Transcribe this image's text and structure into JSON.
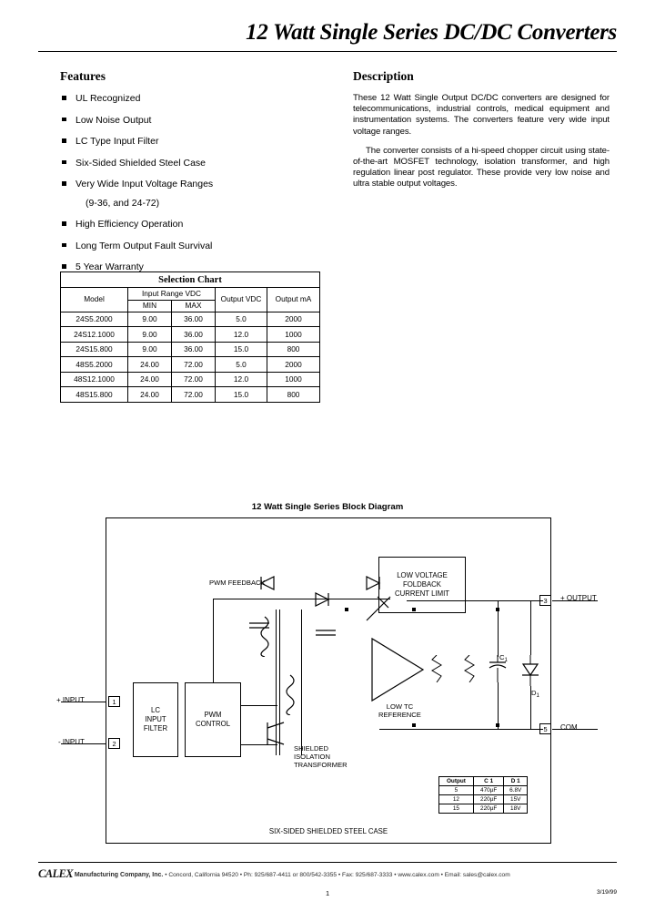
{
  "header": {
    "title": "12 Watt Single Series DC/DC Converters"
  },
  "features": {
    "heading": "Features",
    "items": [
      "UL Recognized",
      "Low Noise Output",
      "LC Type Input Filter",
      "Six-Sided Shielded Steel Case",
      "Very Wide Input Voltage Ranges",
      "(9-36,  and 24-72)",
      "High Efficiency Operation",
      "Long Term Output Fault Survival",
      "5 Year Warranty"
    ]
  },
  "description": {
    "heading": "Description",
    "paragraphs": [
      "These 12 Watt Single Output DC/DC converters are designed for telecommunications, industrial controls, medical equipment and instrumentation systems.  The converters feature very wide input voltage ranges.",
      "The converter consists of a hi-speed chopper circuit using state-of-the-art MOSFET  technology, isolation transformer, and high regulation linear post regulator. These provide very low noise and ultra stable output voltages."
    ]
  },
  "selection_chart": {
    "title": "Selection Chart",
    "headers": {
      "model": "Model",
      "input_range": "Input Range\nVDC",
      "min": "MIN",
      "max": "MAX",
      "output_vdc": "Output\nVDC",
      "output_ma": "Output\nmA"
    },
    "rows": [
      {
        "model": "24S5.2000",
        "min": "9.00",
        "max": "36.00",
        "vdc": "5.0",
        "ma": "2000"
      },
      {
        "model": "24S12.1000",
        "min": "9.00",
        "max": "36.00",
        "vdc": "12.0",
        "ma": "1000"
      },
      {
        "model": "24S15.800",
        "min": "9.00",
        "max": "36.00",
        "vdc": "15.0",
        "ma": "800"
      },
      {
        "model": "48S5.2000",
        "min": "24.00",
        "max": "72.00",
        "vdc": "5.0",
        "ma": "2000"
      },
      {
        "model": "48S12.1000",
        "min": "24.00",
        "max": "72.00",
        "vdc": "12.0",
        "ma": "1000"
      },
      {
        "model": "48S15.800",
        "min": "24.00",
        "max": "72.00",
        "vdc": "15.0",
        "ma": "800"
      }
    ]
  },
  "block_diagram": {
    "title": "12 Watt Single Series Block Diagram",
    "labels": {
      "pwm_feedback": "PWM FEEDBACK",
      "low_voltage_foldback": "LOW VOLTAGE\nFOLDBACK\nCURRENT LIMIT",
      "lc_input_filter": "LC\nINPUT\nFILTER",
      "pwm_control": "PWM\nCONTROL",
      "low_tc_reference": "LOW TC\nREFERENCE",
      "shielded_isolation_transformer": "SHIELDED\nISOLATION\nTRANSFORMER",
      "case": "SIX-SIDED SHIELDED STEEL CASE",
      "plus_input": "+ INPUT",
      "minus_input": "- INPUT",
      "plus_output": "+ OUTPUT",
      "common": "COM",
      "c1": "C",
      "c1_sub": "1",
      "d1": "D",
      "d1_sub": "1"
    },
    "pins": {
      "plus_input": "1",
      "minus_input": "2",
      "plus_output": "3",
      "common": "5"
    },
    "component_table": {
      "headers": [
        "Output",
        "C 1",
        "D 1"
      ],
      "rows": [
        [
          "5",
          "470µF",
          "6.8V"
        ],
        [
          "12",
          "220µF",
          "15V"
        ],
        [
          "15",
          "220µF",
          "18V"
        ]
      ]
    }
  },
  "footer": {
    "logo": "CALEX",
    "company": "Manufacturing Company, Inc.",
    "address": "•  Concord, California 94520  •  Ph: 925/687-4411 or 800/542-3355  •  Fax: 925/687-3333  •  www.calex.com  •  Email: sales@calex.com",
    "page_number": "1",
    "date": "3/19/99"
  }
}
